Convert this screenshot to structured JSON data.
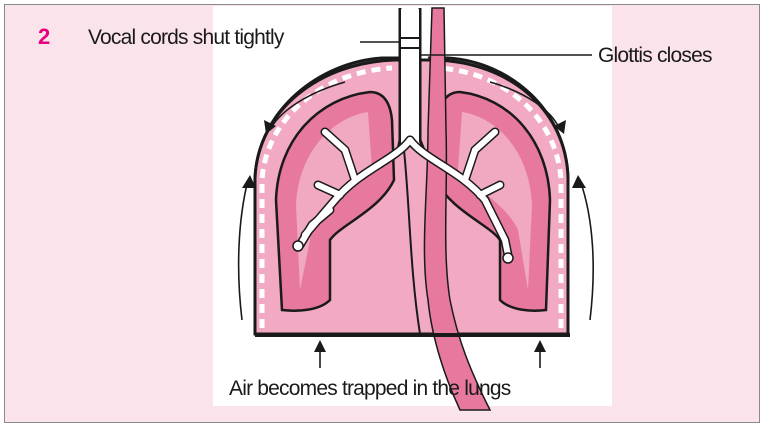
{
  "step": {
    "number": "2",
    "number_color": "#e6007e"
  },
  "labels": {
    "vocal_cords": "Vocal cords shut tightly",
    "glottis": "Glottis closes",
    "air_trapped": "Air becomes trapped in the lungs"
  },
  "colors": {
    "panel_bg": "#fbe3ec",
    "lung_fill": "#e8799e",
    "lung_inner": "#f2a9c3",
    "lung_light": "#f7c8d8",
    "outline": "#1a1a1a",
    "bronchi": "#ffffff"
  }
}
